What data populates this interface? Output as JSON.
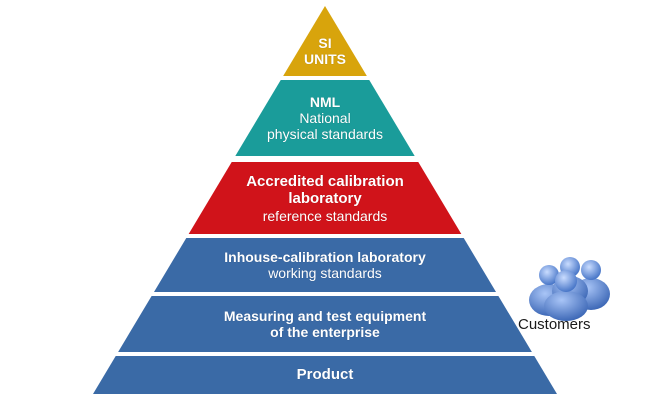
{
  "pyramid": {
    "levels": [
      {
        "title_lines": [
          "SI",
          "UNITS"
        ],
        "subtitle_lines": [],
        "color": "#d8a40c"
      },
      {
        "title_lines": [
          "NML"
        ],
        "subtitle_lines": [
          "National",
          "physical standards"
        ],
        "color": "#1a9c9a"
      },
      {
        "title_lines": [
          "Accredited calibration",
          "laboratory"
        ],
        "subtitle_lines": [
          "reference standards"
        ],
        "color": "#d0131a"
      },
      {
        "title_lines": [
          "Inhouse-calibration laboratory"
        ],
        "subtitle_lines": [
          "working standards"
        ],
        "color": "#3a6aa6"
      },
      {
        "title_lines": [
          "Measuring and test equipment",
          "of the enterprise"
        ],
        "subtitle_lines": [],
        "color": "#3a6aa6"
      },
      {
        "title_lines": [
          "Product"
        ],
        "subtitle_lines": [],
        "color": "#3a6aa6"
      }
    ]
  },
  "customers": {
    "label": "Customers",
    "icon": "people-group-icon",
    "color": "#4f7fd0"
  }
}
